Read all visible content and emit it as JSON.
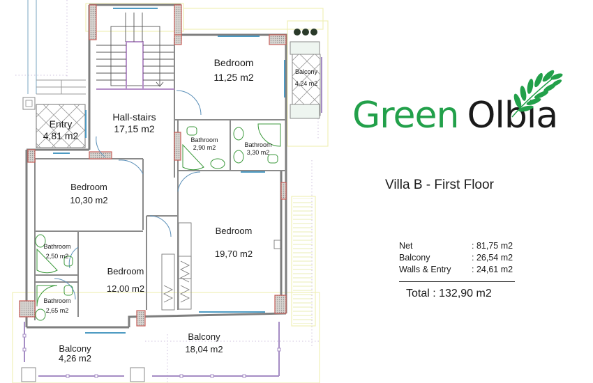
{
  "brand": {
    "name_green": "Green",
    "name_dark": "Olbia",
    "brand_color": "#22a04a",
    "icon": "olive-branch-icon"
  },
  "title": "Villa B - First Floor",
  "area_summary": {
    "rows": [
      {
        "label": "Net",
        "value": ": 81,75 m2"
      },
      {
        "label": "Balcony",
        "value": ": 26,54 m2"
      },
      {
        "label": "Walls & Entry",
        "value": ": 24,61 m2"
      }
    ],
    "total": "Total : 132,90 m2"
  },
  "rooms": [
    {
      "id": "entry",
      "name": "Entry",
      "area": "4,81 m2"
    },
    {
      "id": "hall-stairs",
      "name": "Hall-stairs",
      "area": "17,15 m2"
    },
    {
      "id": "bedroom-top",
      "name": "Bedroom",
      "area": "11,25 m2"
    },
    {
      "id": "balcony-top",
      "name": "Balcony",
      "area": "4,24 m2"
    },
    {
      "id": "bathroom-a",
      "name": "Bathroom",
      "area": "2,90 m2"
    },
    {
      "id": "bathroom-b",
      "name": "Bathroom",
      "area": "3,30 m2"
    },
    {
      "id": "bedroom-left",
      "name": "Bedroom",
      "area": "10,30 m2"
    },
    {
      "id": "bedroom-master",
      "name": "Bedroom",
      "area": "19,70 m2"
    },
    {
      "id": "bathroom-c",
      "name": "Bathroom",
      "area": "2,50 m2"
    },
    {
      "id": "bedroom-bottom",
      "name": "Bedroom",
      "area": "12,00 m2"
    },
    {
      "id": "bathroom-d",
      "name": "Bathroom",
      "area": "2,65 m2"
    },
    {
      "id": "balcony-left",
      "name": "Balcony",
      "area": "4,26 m2"
    },
    {
      "id": "balcony-bottom",
      "name": "Balcony",
      "area": "18,04 m2"
    }
  ],
  "colors": {
    "wall": "#8a8a8a",
    "wall_fill": "#e8e4e0",
    "column_red": "#c8605a",
    "window_blue": "#4d9ac2",
    "fixture_green": "#3c9a3c",
    "railing_purple": "#a58cc4",
    "terrace_yellow": "#eaf0b0"
  }
}
